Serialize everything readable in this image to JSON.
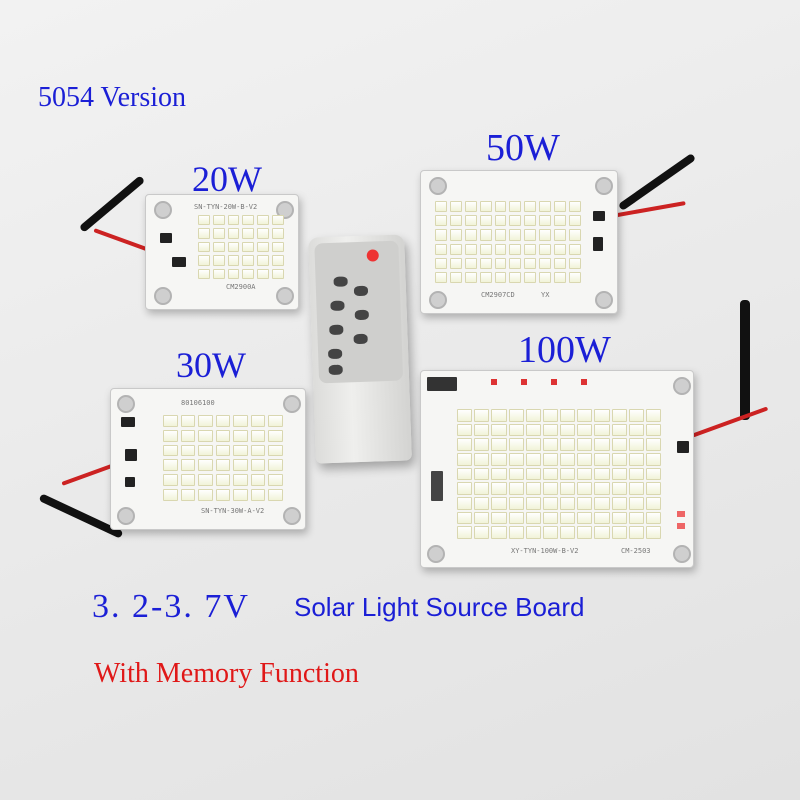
{
  "captions": {
    "version": "5054 Version",
    "voltage": "3. 2-3. 7V",
    "product": "Solar Light Source Board",
    "feature": "With Memory Function"
  },
  "boards": {
    "w20": {
      "label": "20W",
      "top_print": "SN-TYN-20W-B-V2",
      "code": "CM2900A"
    },
    "w30": {
      "label": "30W",
      "top_print": "80106100",
      "bottom_print": "SN-TYN-30W-A-V2"
    },
    "w50": {
      "label": "50W",
      "code": "CM2907CD",
      "print": "YX"
    },
    "w100": {
      "label": "100W",
      "bottom_print": "XY-TYN-100W-B-V2",
      "code": "CM-2503"
    }
  },
  "colors": {
    "caption_blue": "#1b1fd6",
    "caption_red": "#e01818"
  }
}
